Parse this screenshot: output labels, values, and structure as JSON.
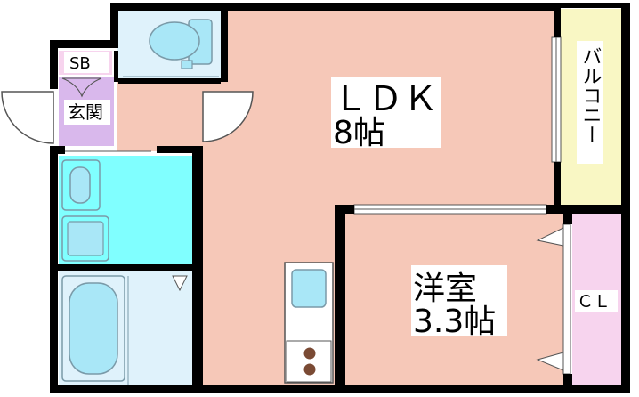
{
  "floorplan": {
    "rooms": {
      "ldk": {
        "name": "ＬＤＫ",
        "size": "8帖"
      },
      "western": {
        "name": "洋室",
        "size": "3.3帖"
      },
      "closet": {
        "name": "ＣＬ"
      },
      "balcony": {
        "name": "バルコニー"
      },
      "shoe_box": {
        "name": "SB"
      },
      "entrance": {
        "name": "玄関"
      }
    },
    "colors": {
      "ldk": "#f6c8b8",
      "western": "#f6c8b8",
      "balcony": "#f9f7c4",
      "closet": "#f7d4ee",
      "entrance": "#d9b8ec",
      "shoe_box": "#f7d4ee",
      "toilet": "#dff2fb",
      "washroom": "#80ffff",
      "bath": "#dff2fb",
      "fixture": "#a9e7f7",
      "wall": "#000000"
    }
  }
}
